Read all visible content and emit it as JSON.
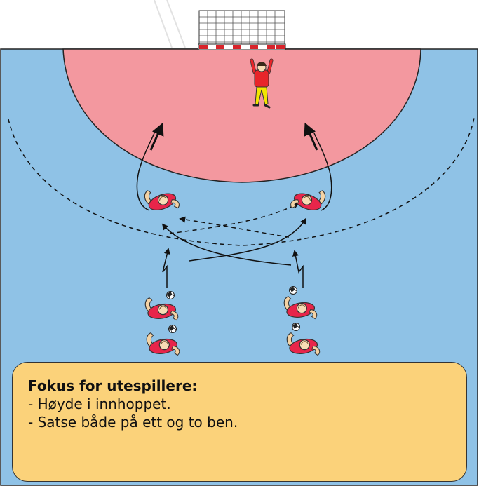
{
  "colors": {
    "court": "#8fc2e6",
    "goal_area": "#f3989f",
    "player_shirt": "#e8254a",
    "goalkeeper_shirt": "#e8252a",
    "goalkeeper_pants": "#f2e600",
    "info_box": "#fbd27a"
  },
  "elements": {
    "goal": "goal-net-icon",
    "goalkeeper": "goalkeeper-icon",
    "players": "player-topview-icon",
    "ball": "ball-icon"
  },
  "info_box": {
    "title": "Fokus for utespillere:",
    "lines": [
      "- Høyde i innhoppet.",
      "- Satse både på ett og to ben."
    ]
  }
}
